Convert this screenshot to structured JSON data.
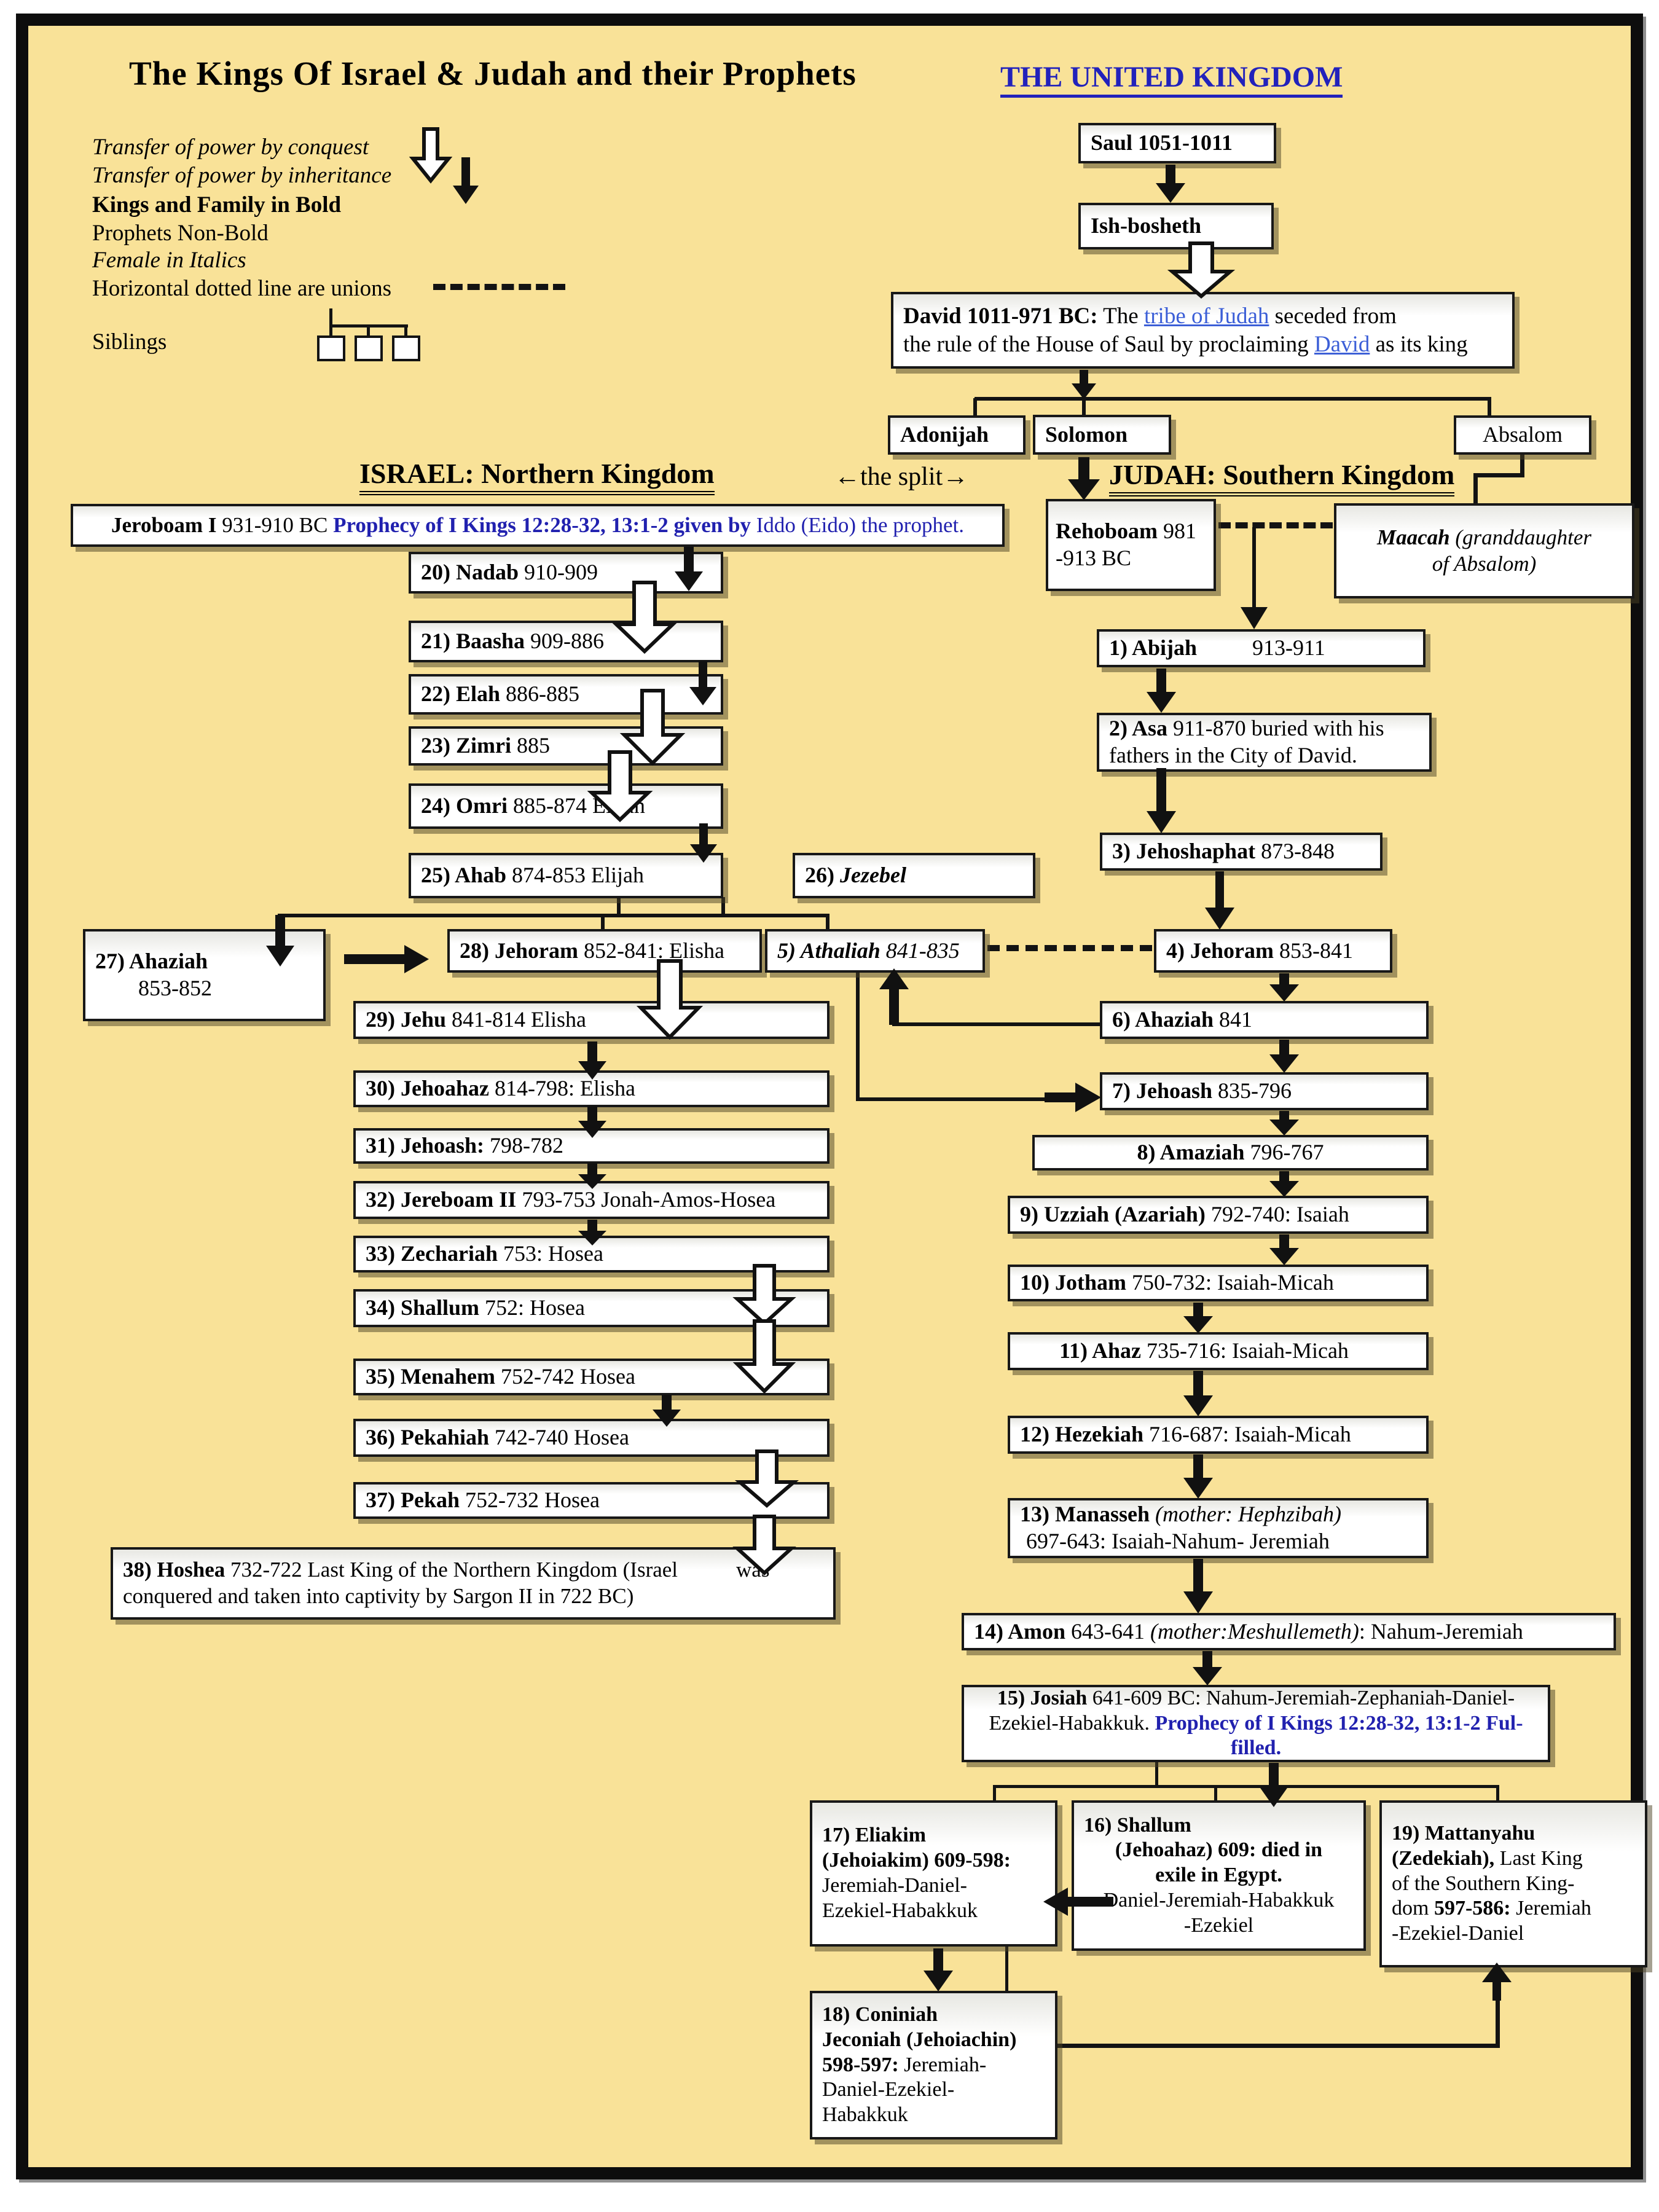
{
  "title": "The Kings Of Israel & Judah and their Prophets",
  "heading_right": "THE UNITED KINGDOM",
  "legend": {
    "conquest": "Transfer of power by conquest",
    "inheritance": "Transfer of power by inheritance",
    "bold": "Kings and Family in Bold",
    "prophets": "Prophets Non-Bold",
    "female": "Female in Italics",
    "unions": "Horizontal dotted line are unions",
    "siblings": "Siblings"
  },
  "headers": {
    "israel": "ISRAEL: Northern Kingdom",
    "split": "←the split→",
    "judah": "JUDAH: Southern Kingdom"
  },
  "colors": {
    "background": "#f9e298",
    "heading_blue": "#2222bb",
    "prophecy_blue": "#2121af",
    "link_blue": "#3c5fd7"
  },
  "united": {
    "saul": "Saul 1051-1011",
    "ishbosheth": "Ish-bosheth",
    "david_a": "David 1011-971 BC:",
    "david_b": " The ",
    "david_link1": "tribe of Judah",
    "david_c": " seceded from",
    "david_d": "the rule of the House of Saul by proclaiming ",
    "david_link2": "David",
    "david_e": " as its king",
    "adonijah": "Adonijah",
    "solomon": "Solomon",
    "absalom": "Absalom",
    "rehoboam_a": "Rehoboam",
    "rehoboam_b": " 981",
    "rehoboam_c": "-913 BC",
    "maacah_a": "Maacah ",
    "maacah_b": "(granddaughter",
    "maacah_c": "of Absalom)"
  },
  "israel": {
    "jeroboam_a": "Jeroboam I",
    "jeroboam_b": " 931-910 BC ",
    "jeroboam_c": "Prophecy of I Kings 12:28-32, 13:1-2 given by ",
    "jeroboam_d": "Iddo (Eido) the prophet.",
    "n20a": "20) Nadab",
    "n20b": " 910-909",
    "n21a": "21) Baasha",
    "n21b": " 909-886",
    "n22a": "22) Elah",
    "n22b": " 886-885",
    "n23a": "23) Zimri",
    "n23b": " 885",
    "n24a": "24) Omri",
    "n24b": " 885-874 Elijah",
    "n25a": "25) Ahab",
    "n25b": " 874-853 Elijah",
    "n26a": "26) ",
    "n26b": "Jezebel",
    "n27a": "27) Ahaziah",
    "n27b": "853-852",
    "n28a": "28) Jehoram",
    "n28b": " 852-841: Elisha",
    "n29a": "29) Jehu",
    "n29b": " 841-814 Elisha",
    "n30a": "30) Jehoahaz",
    "n30b": " 814-798: Elisha",
    "n31a": "31) Jehoash:",
    "n31b": " 798-782",
    "n32a": "32) Jereboam II",
    "n32b": " 793-753 Jonah-Amos-Hosea",
    "n33a": "33) Zechariah",
    "n33b": " 753: Hosea",
    "n34a": "34) Shallum",
    "n34b": " 752: Hosea",
    "n35a": "35) Menahem",
    "n35b": " 752-742 Hosea",
    "n36a": "36) Pekahiah",
    "n36b": " 742-740 Hosea",
    "n37a": "37) Pekah",
    "n37b": " 752-732 Hosea",
    "n38a": "38) Hoshea",
    "n38b": " 732-722 Last King of the Northern Kingdom (Israel",
    "n38c": "was",
    "n38d": "conquered and taken into captivity by Sargon II in 722 BC)"
  },
  "judah": {
    "j1a": "1) Abijah",
    "j1b": "913-911",
    "j2a": "2) Asa",
    "j2b": " 911-870 buried with his",
    "j2c": "fathers in the City of David.",
    "j3a": "3) Jehoshaphat",
    "j3b": " 873-848",
    "j4a": "4) Jehoram",
    "j4b": " 853-841",
    "j5a": "5) Athaliah",
    "j5b": " 841-835",
    "j6a": "6) Ahaziah",
    "j6b": " 841",
    "j7a": "7) Jehoash",
    "j7b": " 835-796",
    "j8a": "8) Amaziah",
    "j8b": " 796-767",
    "j9a": "9) Uzziah (Azariah)",
    "j9b": "  792-740: Isaiah",
    "j10a": "10) Jotham",
    "j10b": " 750-732: Isaiah-Micah",
    "j11a": "11) Ahaz",
    "j11b": " 735-716: Isaiah-Micah",
    "j12a": "12) Hezekiah",
    "j12b": " 716-687: Isaiah-Micah",
    "j13a": "13) Manasseh ",
    "j13b": "(mother: Hephzibah)",
    "j13c": "697-643: Isaiah-Nahum- Jeremiah",
    "j14a": "14) Amon",
    "j14b": " 643-641 ",
    "j14c": "(mother:Meshullemeth)",
    "j14d": ": Nahum-Jeremiah",
    "j15a": "15) Josiah",
    "j15b": " 641-609 BC: Nahum-Jeremiah-Zephaniah-Daniel-",
    "j15c": "Ezekiel-Habakkuk. ",
    "j15d": "Prophecy of I Kings 12:28-32, 13:1-2 Ful-",
    "j15e": "filled.",
    "j16a": "16) Shallum",
    "j16b": "(Jehoahaz) 609:  died in",
    "j16c": "exile in Egypt.",
    "j16d": "Daniel-Jeremiah-Habakkuk",
    "j16e": "-Ezekiel",
    "j17a": "17) Eliakim",
    "j17b": "(Jehoiakim) 609-598:",
    "j17c": "Jeremiah-Daniel-",
    "j17d": "Ezekiel-Habakkuk",
    "j18a": "18) Coniniah",
    "j18b": "Jeconiah (Jehoiachin)",
    "j18c": "598-597:",
    "j18d": " Jeremiah-",
    "j18e": "Daniel-Ezekiel-",
    "j18f": "Habakkuk",
    "j19a": "19) Mattanyahu",
    "j19b": "(Zedekiah),",
    "j19c": " Last King",
    "j19d": "of the Southern King-",
    "j19e": "dom ",
    "j19f": "597-586:",
    "j19g": " Jeremiah",
    "j19h": "-Ezekiel-Daniel"
  }
}
